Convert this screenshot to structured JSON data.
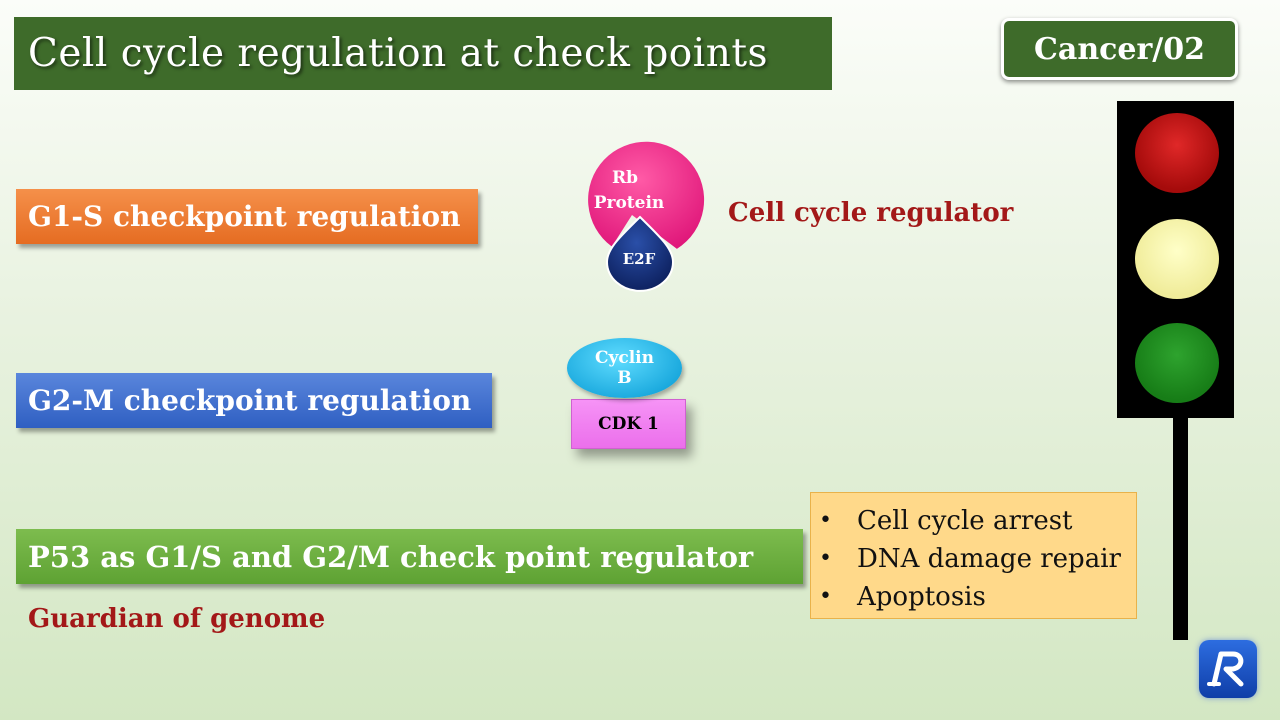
{
  "slide": {
    "title": "Cell cycle regulation at check points",
    "badge": "Cancer/02"
  },
  "checkpoints": {
    "g1s": "G1-S checkpoint  regulation",
    "g2m": "G2-M checkpoint  regulation",
    "p53": "P53 as G1/S and G2/M check point regulator"
  },
  "notes": {
    "guardian": "Guardian of genome",
    "regulator": "Cell cycle regulator"
  },
  "diagram": {
    "rb_line1": "Rb",
    "rb_line2": "Protein",
    "e2f": "E2F",
    "cyclin_line1": "Cyclin",
    "cyclin_line2": "B",
    "cdk": "CDK 1"
  },
  "outcomes": {
    "bullet": "•",
    "items": [
      "Cell cycle arrest",
      "DNA damage repair",
      "Apoptosis"
    ]
  },
  "icons": {
    "traffic_light": "traffic-light-icon",
    "logo": "channel-logo-icon"
  },
  "colors": {
    "title_bg": "#3e6b2a",
    "g1s": "#e56c22",
    "g2m": "#2f5fc2",
    "p53": "#5ea233",
    "accent_text": "#a31818"
  }
}
